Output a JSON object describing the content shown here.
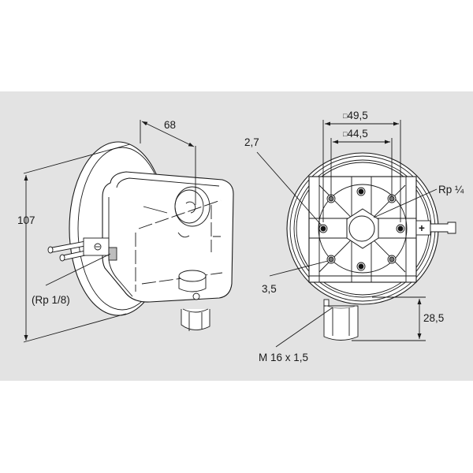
{
  "figure": {
    "background_band_color": "#e3e3e3",
    "line_color": "#1a1a1a"
  },
  "side_view": {
    "dimensions": {
      "height": "107",
      "depth": "68"
    },
    "callouts": {
      "pressure_port": "(Rp 1/8)"
    }
  },
  "front_view": {
    "dimensions": {
      "outer_square": "49,5",
      "inner_square": "44,5",
      "cable_gland_height": "28,5"
    },
    "callouts": {
      "small_hole": "2,7",
      "large_hole": "3,5",
      "pressure_connection": "Rp ¼",
      "cable_gland_thread": "M 16 x 1,5",
      "positive_port_symbol": "+"
    },
    "square_symbol": "□"
  }
}
